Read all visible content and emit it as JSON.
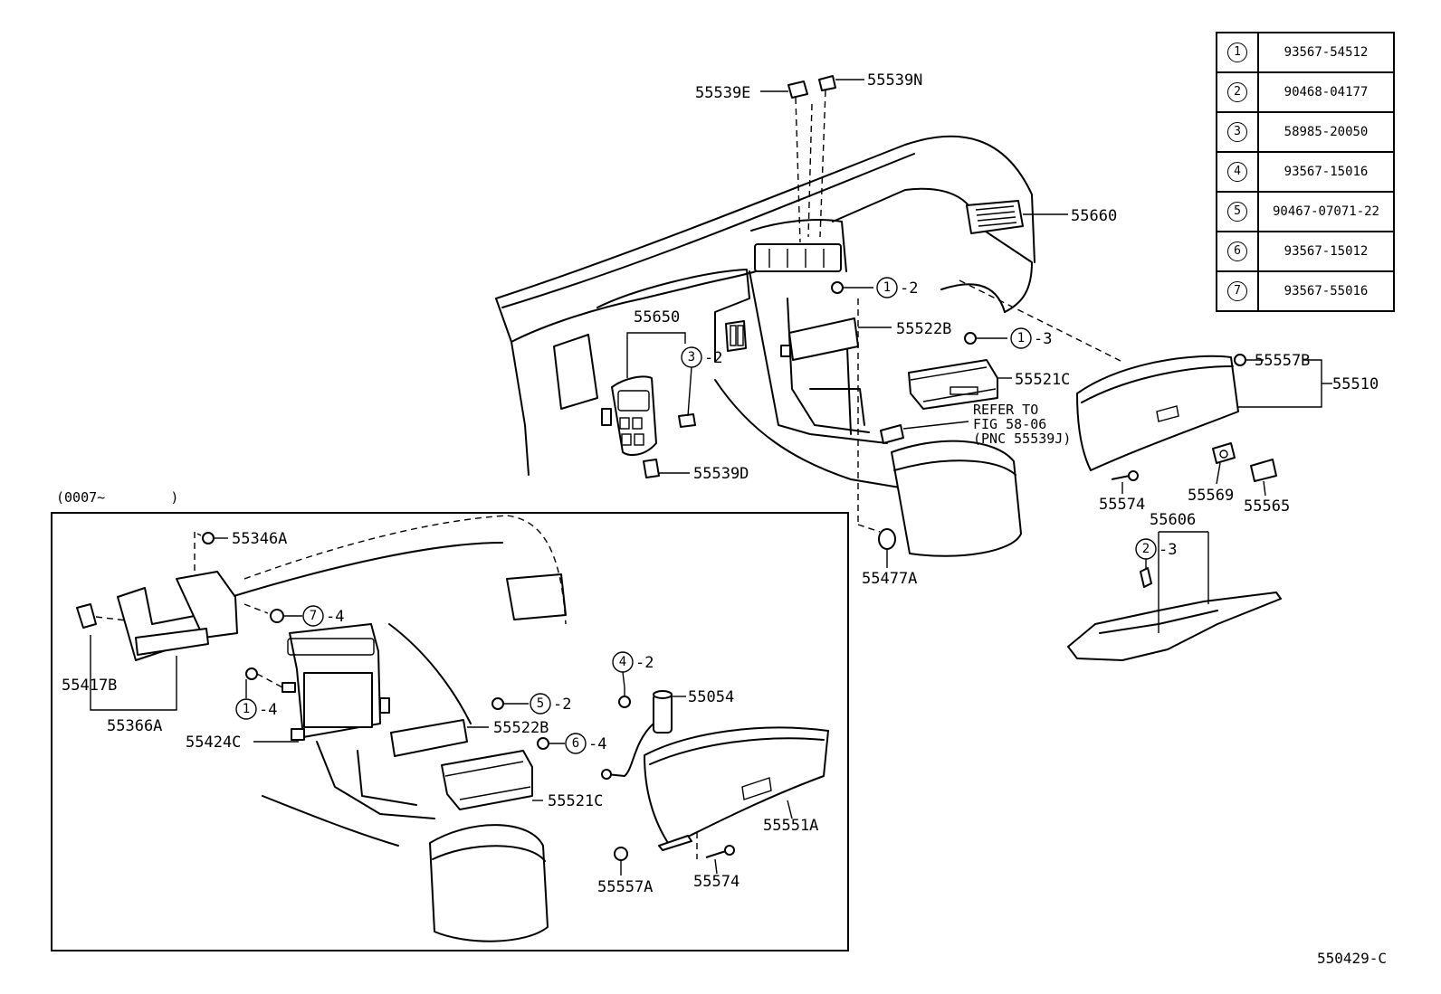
{
  "legend": [
    {
      "no": "1",
      "part": "93567-54512"
    },
    {
      "no": "2",
      "part": "90468-04177"
    },
    {
      "no": "3",
      "part": "58985-20050"
    },
    {
      "no": "4",
      "part": "93567-15016"
    },
    {
      "no": "5",
      "part": "90467-07071-22"
    },
    {
      "no": "6",
      "part": "93567-15012"
    },
    {
      "no": "7",
      "part": "93567-55016"
    }
  ],
  "inset": {
    "range_label": "(0007~        )"
  },
  "figure_code": "550429-C",
  "refer_note": {
    "line1": "REFER TO",
    "line2": "FIG 58-06",
    "line3": "(PNC 55539J)"
  },
  "callouts": {
    "p55539E": "55539E",
    "p55539N": "55539N",
    "p55660": "55660",
    "p55650": "55650",
    "p55522B": "55522B",
    "p55521C": "55521C",
    "p55557B": "55557B",
    "p55510": "55510",
    "p55539D": "55539D",
    "p55574": "55574",
    "p55569": "55569",
    "p55565": "55565",
    "p55606": "55606",
    "p55477A": "55477A",
    "p55346A": "55346A",
    "p55417B": "55417B",
    "p55366A": "55366A",
    "p55424C": "55424C",
    "p55522B_b": "55522B",
    "p55521C_b": "55521C",
    "p55054": "55054",
    "p55551A": "55551A",
    "p55557A": "55557A",
    "p55574_b": "55574"
  },
  "refs": {
    "r1_2": {
      "no": "1",
      "qty": "-2"
    },
    "r1_3": {
      "no": "1",
      "qty": "-3"
    },
    "r3_2": {
      "no": "3",
      "qty": "-2"
    },
    "r2_3": {
      "no": "2",
      "qty": "-3"
    },
    "r7_4": {
      "no": "7",
      "qty": "-4"
    },
    "r1_4": {
      "no": "1",
      "qty": "-4"
    },
    "r5_2": {
      "no": "5",
      "qty": "-2"
    },
    "r6_4": {
      "no": "6",
      "qty": "-4"
    },
    "r4_2": {
      "no": "4",
      "qty": "-2"
    }
  }
}
